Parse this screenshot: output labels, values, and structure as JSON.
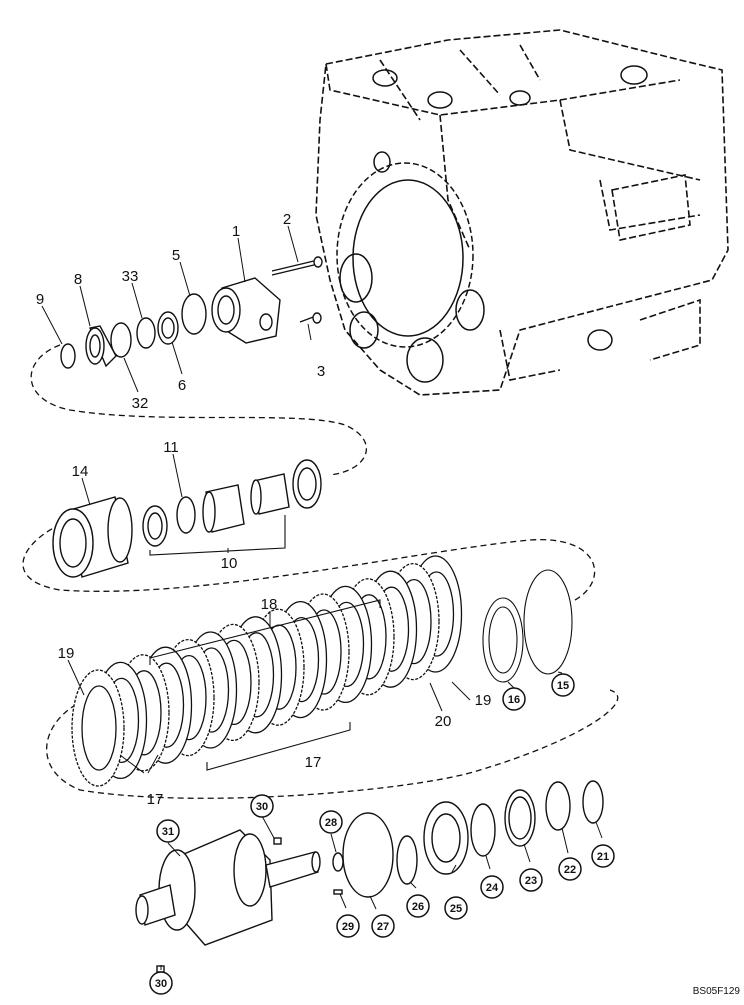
{
  "figure_code": "BS05F129",
  "callouts_plain": [
    "1",
    "2",
    "3",
    "5",
    "6",
    "8",
    "9",
    "10",
    "11",
    "14",
    "17",
    "17",
    "18",
    "19",
    "19",
    "20",
    "32",
    "33"
  ],
  "callouts_circled": [
    "15",
    "16",
    "21",
    "22",
    "23",
    "24",
    "25",
    "26",
    "27",
    "28",
    "29",
    "30",
    "30",
    "31"
  ]
}
